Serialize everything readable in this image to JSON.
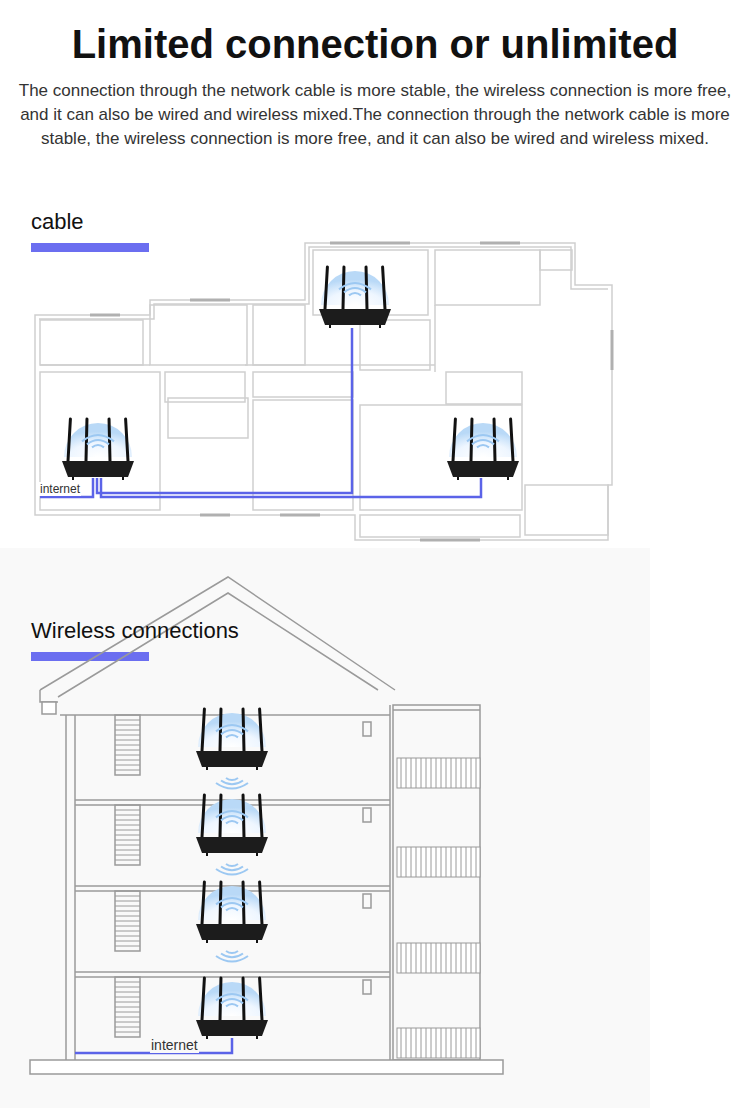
{
  "diagram": {
    "title": "Limited connection or unlimited",
    "labels": [
      "The connection through the network cable is more stable, the wireless connection is more free, and it can also be wired and wireless mixed.The connection through the network cable is more stable, the wireless connection is more free, and it can also be wired and wireless mixed.",
      "cable",
      "Wireless connections",
      "internet",
      "internet"
    ]
  }
}
